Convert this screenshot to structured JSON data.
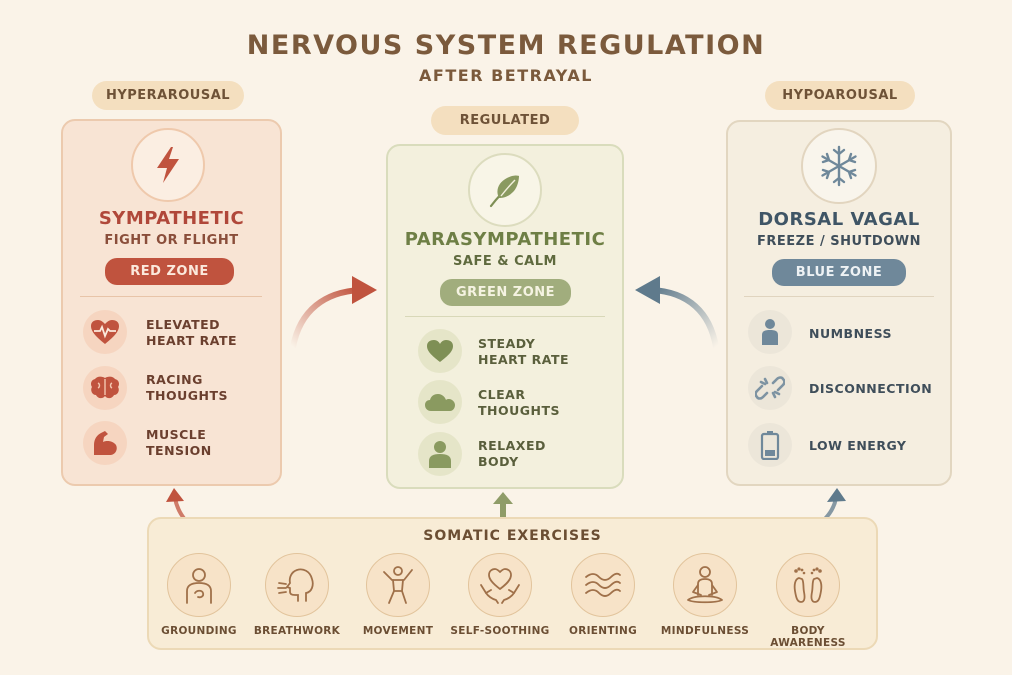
{
  "header": {
    "title": "NERVOUS SYSTEM REGULATION",
    "subtitle": "AFTER BETRAYAL"
  },
  "states": {
    "hyper": {
      "tag": "HYPERAROUSAL",
      "icon": "lightning-icon",
      "title": "SYMPATHETIC",
      "subtitle": "FIGHT OR FLIGHT",
      "zone": "RED ZONE",
      "color": "#c0533e",
      "symptoms": [
        {
          "icon": "heart-rate-icon",
          "line1": "ELEVATED",
          "line2": "HEART RATE"
        },
        {
          "icon": "brain-icon",
          "line1": "RACING",
          "line2": "THOUGHTS"
        },
        {
          "icon": "muscle-icon",
          "line1": "MUSCLE",
          "line2": "TENSION"
        }
      ]
    },
    "regulated": {
      "tag": "REGULATED",
      "icon": "leaf-icon",
      "title": "PARASYMPATHETIC",
      "subtitle": "SAFE & CALM",
      "zone": "GREEN ZONE",
      "color": "#7e8f55",
      "symptoms": [
        {
          "icon": "heart-icon",
          "line1": "STEADY",
          "line2": "HEART RATE"
        },
        {
          "icon": "cloud-icon",
          "line1": "CLEAR",
          "line2": "THOUGHTS"
        },
        {
          "icon": "person-icon",
          "line1": "RELAXED",
          "line2": "BODY"
        }
      ]
    },
    "hypo": {
      "tag": "HYPOAROUSAL",
      "icon": "snowflake-icon",
      "title": "DORSAL VAGAL",
      "subtitle": "FREEZE / SHUTDOWN",
      "zone": "BLUE ZONE",
      "color": "#5f7a8c",
      "symptoms": [
        {
          "icon": "person-icon",
          "label": "NUMBNESS"
        },
        {
          "icon": "broken-link-icon",
          "label": "DISCONNECTION"
        },
        {
          "icon": "low-battery-icon",
          "label": "LOW ENERGY"
        }
      ]
    }
  },
  "somatic": {
    "title": "SOMATIC EXERCISES",
    "exercises": [
      {
        "icon": "grounding-icon",
        "label": "GROUNDING"
      },
      {
        "icon": "breathwork-icon",
        "label": "BREATHWORK"
      },
      {
        "icon": "movement-icon",
        "label": "MOVEMENT"
      },
      {
        "icon": "self-soothing-icon",
        "label": "SELF-SOOTHING"
      },
      {
        "icon": "orienting-icon",
        "label": "ORIENTING"
      },
      {
        "icon": "mindfulness-icon",
        "label": "MINDFULNESS"
      },
      {
        "icon": "body-awareness-icon",
        "label": "BODY AWARENESS"
      }
    ]
  }
}
